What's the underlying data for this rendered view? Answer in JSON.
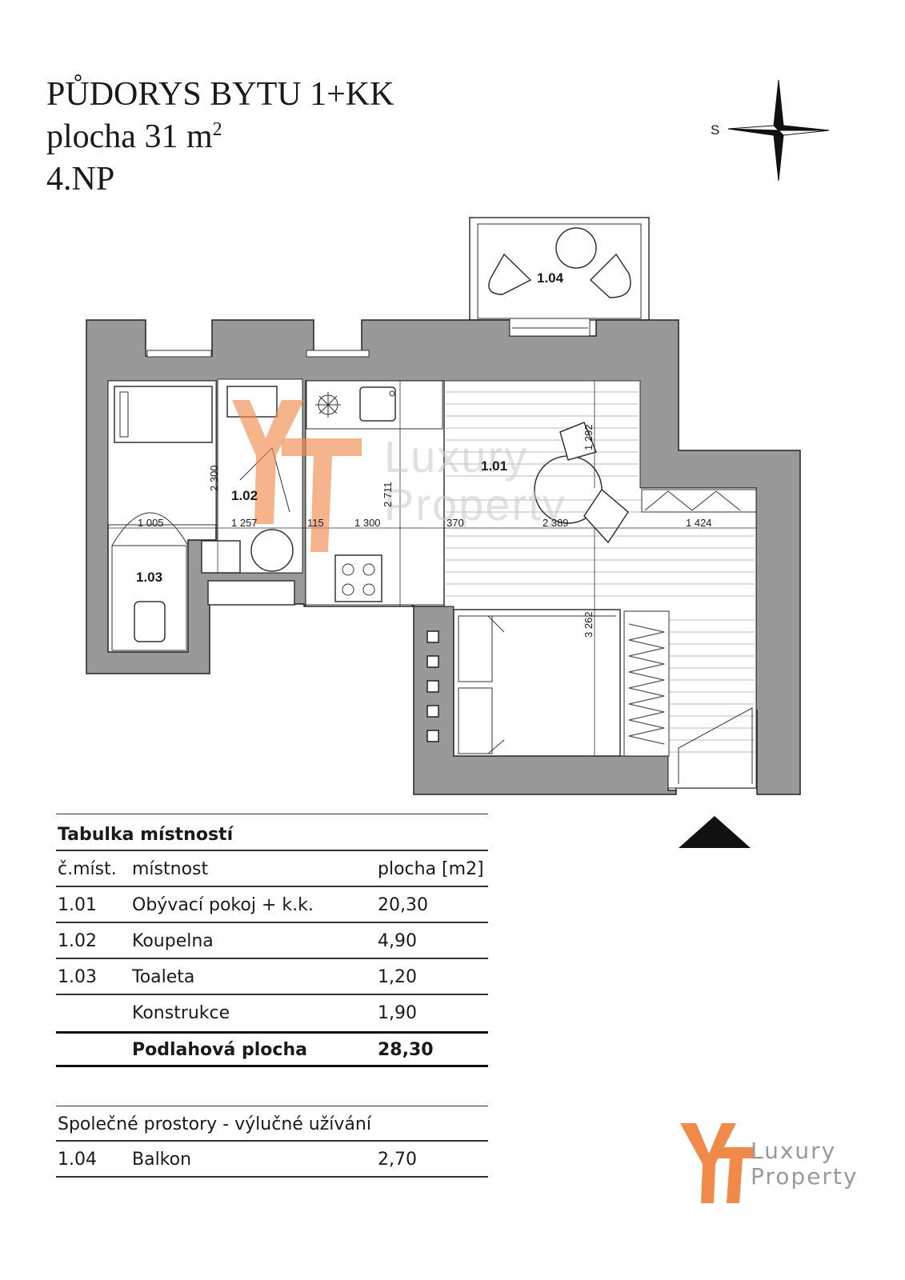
{
  "header": {
    "title": "PŮDORYS BYTU 1+KK",
    "area_prefix": "plocha 31 m",
    "area_sup": "2",
    "floor": "4.NP"
  },
  "compass": {
    "label": "S"
  },
  "plan": {
    "rooms": [
      {
        "id": "1.01"
      },
      {
        "id": "1.02"
      },
      {
        "id": "1.03"
      },
      {
        "id": "1.04"
      }
    ],
    "dimensions": [
      "1 005",
      "1 257",
      "115",
      "1 300",
      "370",
      "2 389",
      "1 424",
      "2 300",
      "2 711",
      "1 292",
      "3 262"
    ]
  },
  "watermark": {
    "line1": "Luxury",
    "line2": "Property"
  },
  "table": {
    "title": "Tabulka místností",
    "columns": [
      "č.míst.",
      "místnost",
      "plocha [m2]"
    ],
    "rows": [
      {
        "no": "1.01",
        "name": "Obývací pokoj + k.k.",
        "area": "20,30"
      },
      {
        "no": "1.02",
        "name": "Koupelna",
        "area": "4,90"
      },
      {
        "no": "1.03",
        "name": "Toaleta",
        "area": "1,20"
      },
      {
        "no": "",
        "name": "Konstrukce",
        "area": "1,90"
      }
    ],
    "total": {
      "name": "Podlahová plocha",
      "area": "28,30"
    },
    "common_title": "Společné prostory - výlučné užívání",
    "common_rows": [
      {
        "no": "1.04",
        "name": "Balkon",
        "area": "2,70"
      }
    ]
  },
  "logo": {
    "line1": "Luxury",
    "line2": "Property"
  },
  "colors": {
    "wall": "#999999",
    "logo_orange": "#f08a4b",
    "text": "#1a1a1a"
  }
}
